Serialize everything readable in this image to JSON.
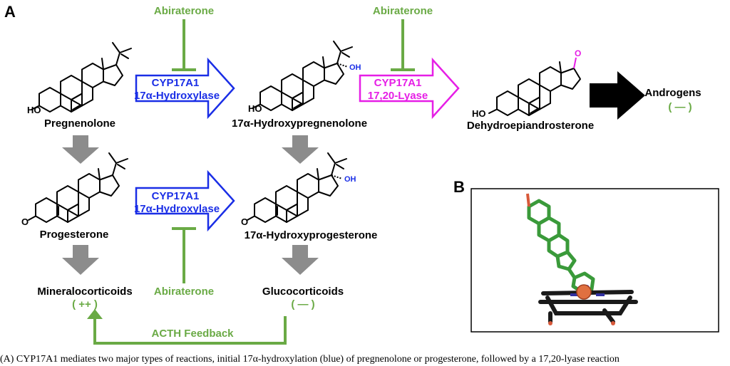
{
  "panel_labels": {
    "a": "A",
    "b": "B"
  },
  "colors": {
    "inhibitor": "#6aaa45",
    "hydroxylase": "#1a2ee6",
    "lyase": "#e61ee6",
    "gray_arrow": "#8c8c8c",
    "androgen_arrow": "#000000",
    "ligand_green": "#3a9a3a",
    "iron": "#e07040"
  },
  "inhibitor_label": "Abiraterone",
  "hydroxylase_arrow": {
    "line1": "CYP17A1",
    "line2": "17α-Hydroxylase"
  },
  "lyase_arrow": {
    "line1": "CYP17A1",
    "line2": "17,20-Lyase"
  },
  "compounds": {
    "pregnenolone": "Pregnenolone",
    "hydroxypregnenolone": "17α-Hydroxypregnenolone",
    "dhea": "Dehydroepiandrosterone",
    "progesterone": "Progesterone",
    "hydroxyprogesterone": "17α-Hydroxyprogesterone"
  },
  "atoms": {
    "ho": "HO",
    "oh": "OH",
    "o": "O"
  },
  "outputs": {
    "androgens": "Androgens",
    "androgens_level": "( — )",
    "mineralocorticoids": "Mineralocorticoids",
    "mineralocorticoids_level": "( ++ )",
    "glucocorticoids": "Glucocorticoids",
    "glucocorticoids_level": "( — )"
  },
  "feedback_label": "ACTH Feedback",
  "caption": "(A) CYP17A1 mediates two major types of reactions, initial 17α-hydroxylation (blue) of pregnenolone or progesterone, followed by a 17,20-lyase reaction"
}
